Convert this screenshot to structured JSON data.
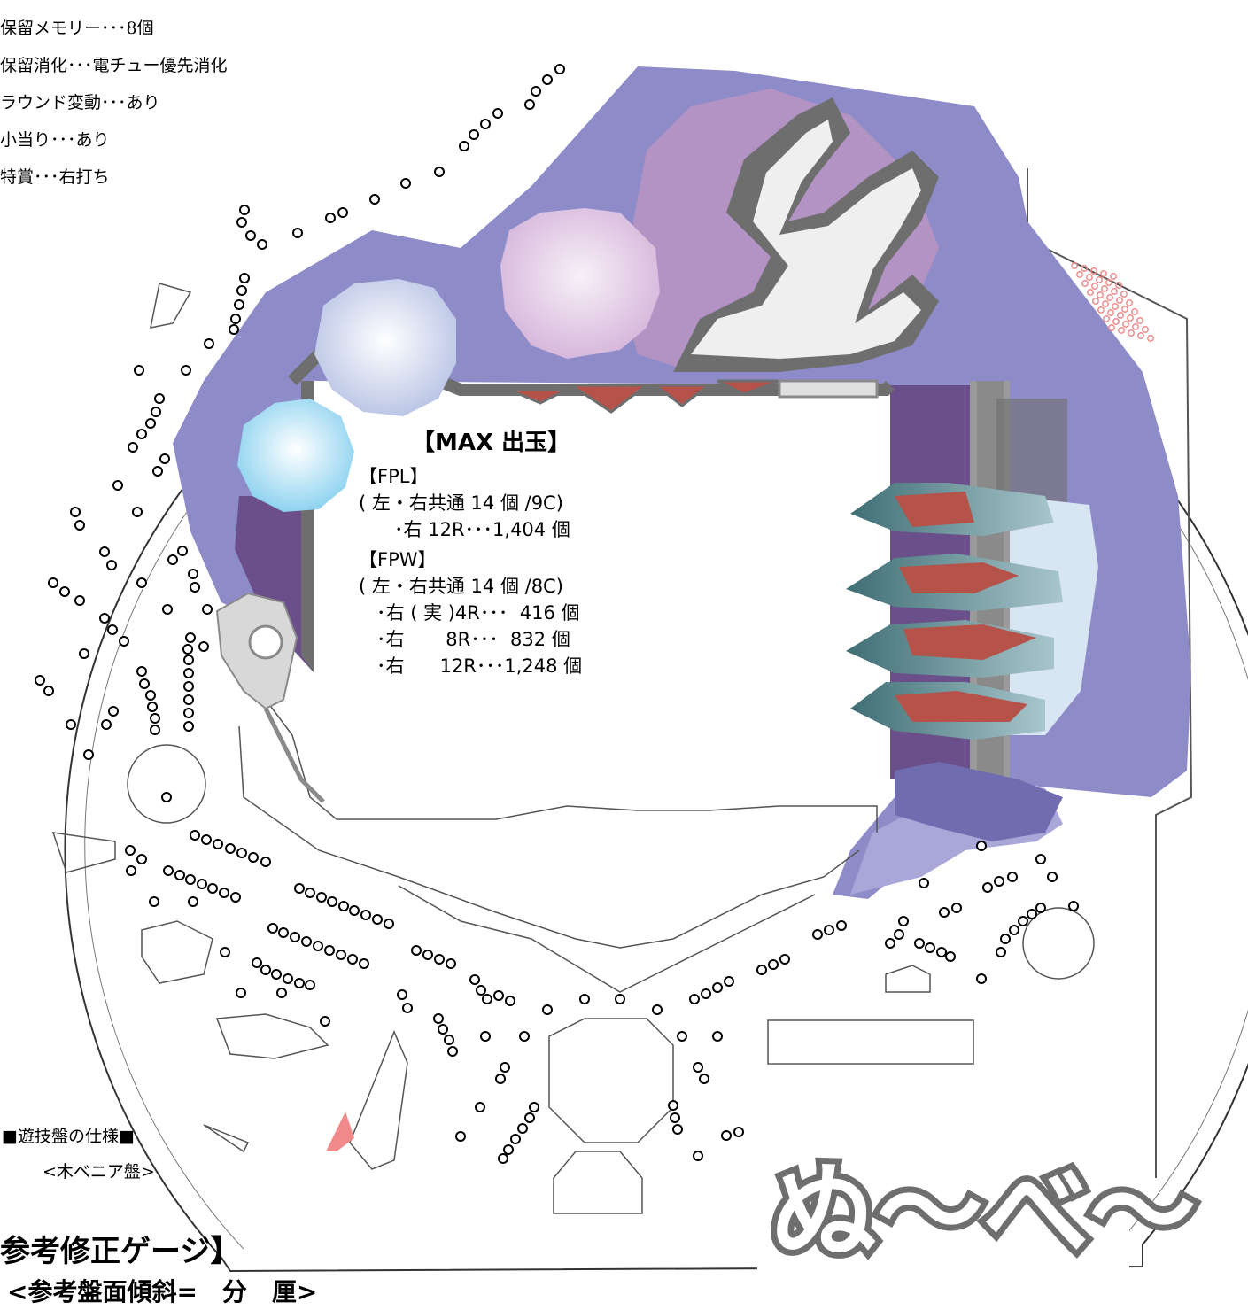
{
  "spec_list": {
    "items": [
      "保留メモリー･･･8個",
      "保留消化･･･電チュー優先消化",
      "ラウンド変動･･･あり",
      "小当り･･･あり",
      "特賞･･･右打ち"
    ]
  },
  "max_output": {
    "heading": "【MAX 出玉】",
    "lines": [
      "【FPL】",
      "( 左・右共通 14 個 /9C)",
      "      ･右 12R･･･1,404 個",
      "【FPW】",
      "( 左・右共通 14 個 /8C)",
      "   ･右 ( 実 )4R･･･  416 個",
      "   ･右       8R･･･  832 個",
      "   ･右      12R･･･1,248 個"
    ]
  },
  "board_spec": {
    "label": "■遊技盤の仕様■",
    "type": "<木ベニア盤>"
  },
  "gauge": {
    "title": "参考修正ゲージ】",
    "tilt": "<参考盤面傾斜=　分　厘>"
  },
  "logo_text": "ぬ～べ～",
  "colors": {
    "purple": "#8e8cc8",
    "dark_purple": "#6a4f8a",
    "violet": "#b393c4",
    "grey": "#6e6e6e",
    "light_grey": "#efefef",
    "red": "#b5524a",
    "pin": "#000000",
    "pink": "#f08a8a"
  }
}
